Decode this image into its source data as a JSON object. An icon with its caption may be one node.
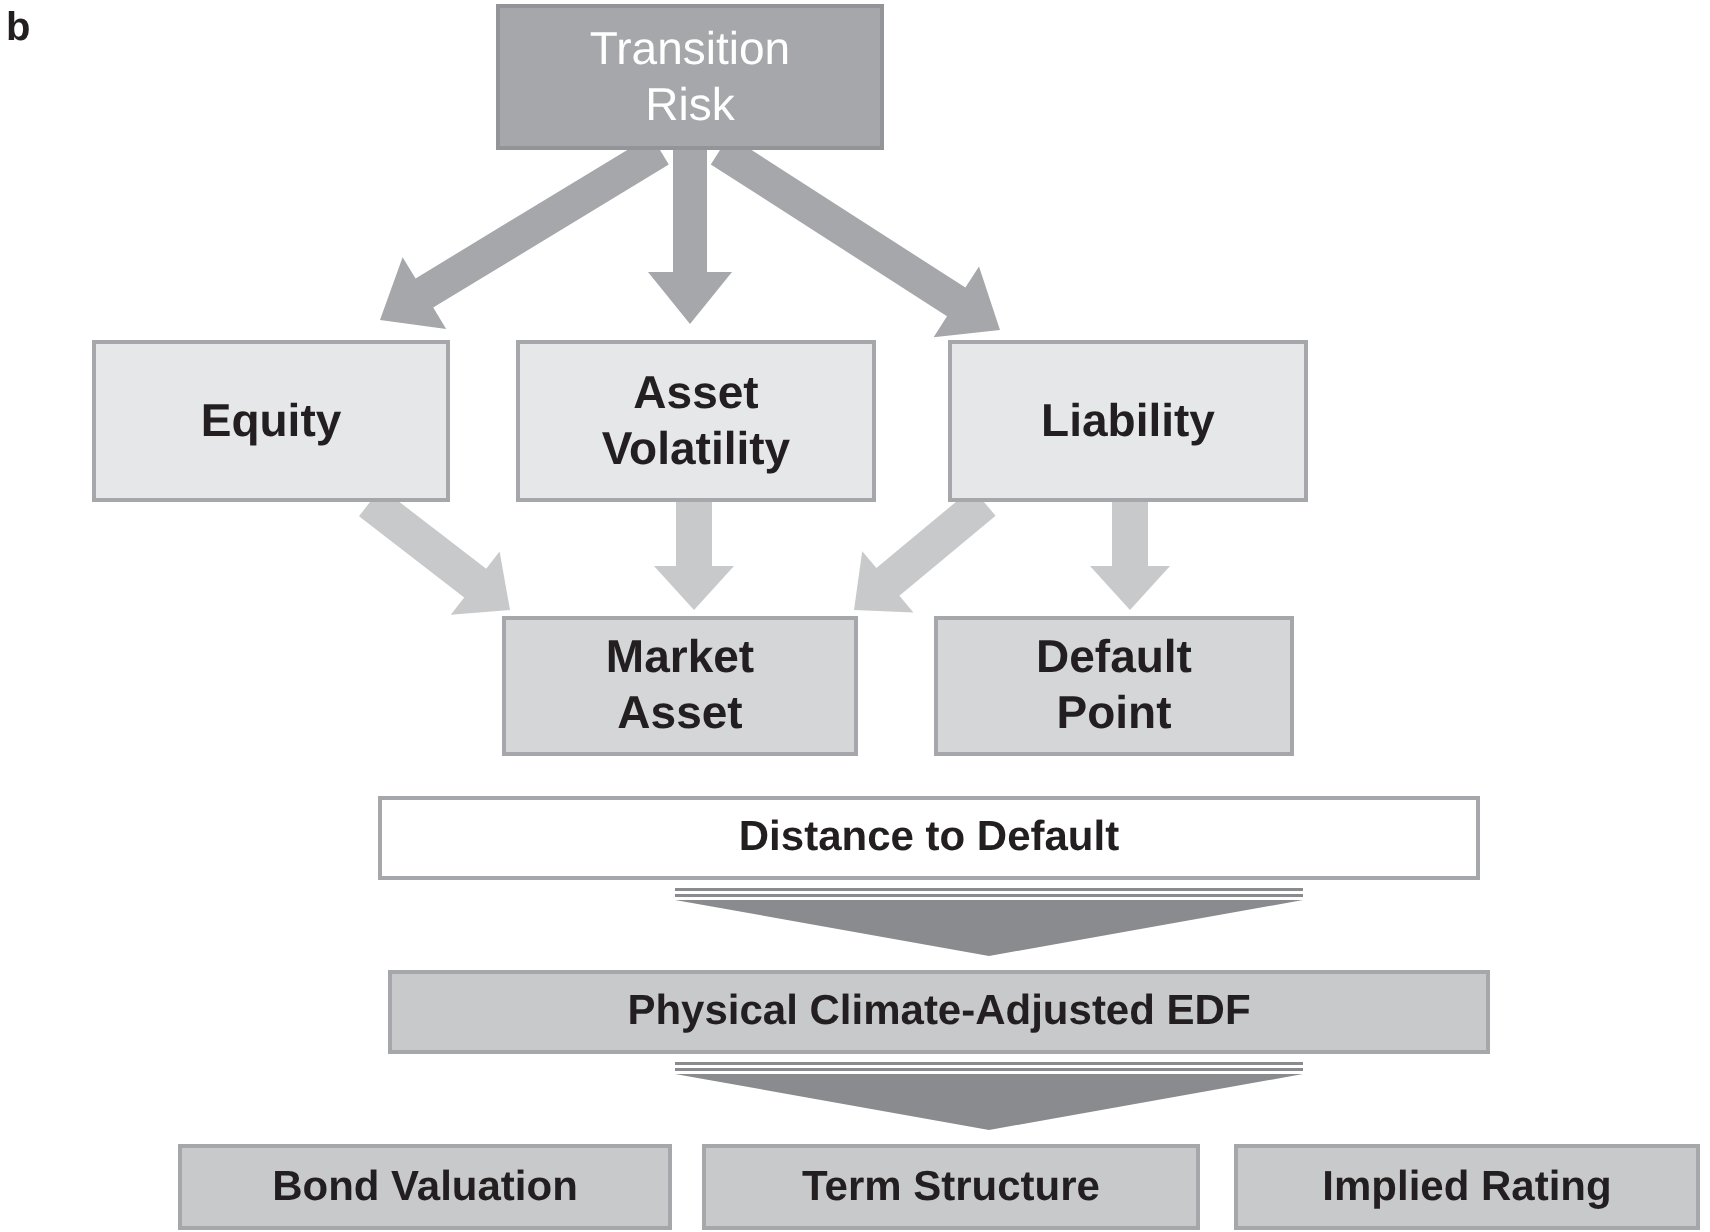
{
  "diagram": {
    "nodes": [
      {
        "text": [
          "Transition Risk"
        ]
      },
      {
        "text": [
          "Equity"
        ]
      },
      {
        "text": [
          "Asset Volatility"
        ]
      },
      {
        "text": [
          "Liability"
        ]
      },
      {
        "text": [
          "Market Asset"
        ]
      },
      {
        "text": [
          "Default Point"
        ]
      },
      {
        "text": [
          "Distance to Default"
        ]
      },
      {
        "text": [
          "Physical Climate-Adjusted EDF"
        ]
      },
      {
        "text": [
          "Bond Valuation"
        ]
      },
      {
        "text": [
          "Term Structure"
        ]
      },
      {
        "text": [
          "Implied Rating"
        ]
      }
    ],
    "edges": [
      {
        "from": 0,
        "to": 1,
        "arrow": "to",
        "color": "#a6a7aa"
      },
      {
        "from": 0,
        "to": 2,
        "arrow": "to",
        "color": "#a6a7aa"
      },
      {
        "from": 0,
        "to": 3,
        "arrow": "to",
        "color": "#a6a7aa"
      },
      {
        "from": 1,
        "to": 4,
        "arrow": "to"
      },
      {
        "from": 2,
        "to": 4,
        "arrow": "to"
      },
      {
        "from": 3,
        "to": 4,
        "arrow": "to"
      },
      {
        "from": 3,
        "to": 5,
        "arrow": "to"
      },
      {
        "from": 6,
        "to": 7,
        "arrow": "to",
        "color": "#8a8b8e"
      },
      {
        "from": 7,
        "to": 9,
        "arrow": "to",
        "color": "#8a8b8e"
      }
    ],
    "labels": [
      "b"
    ]
  }
}
